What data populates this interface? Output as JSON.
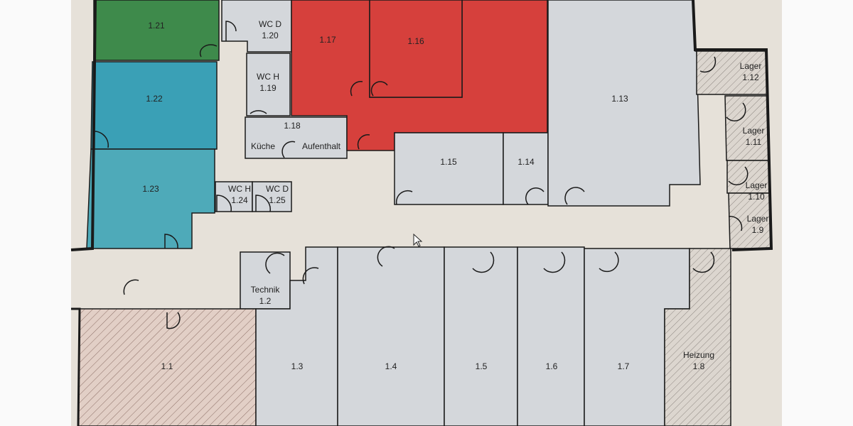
{
  "colors": {
    "corridor": "#e6e1d9",
    "grey_room": "#d4d7db",
    "green": "#3e8a4b",
    "teal": "#3aa0b6",
    "teal_light": "#4eaab9",
    "red": "#d6403c",
    "hatch_bg": "#dcd6cf",
    "hatch_pink": "#e2cfc6",
    "wall": "#1a1a1a"
  },
  "rooms": [
    {
      "id": "r1_21",
      "number": "1.21",
      "name": "",
      "fill": "green"
    },
    {
      "id": "r1_22",
      "number": "1.22",
      "name": "",
      "fill": "teal"
    },
    {
      "id": "r1_23",
      "number": "1.23",
      "name": "",
      "fill": "teal_light"
    },
    {
      "id": "r1_20",
      "number": "1.20",
      "name": "WC D",
      "fill": "grey_room"
    },
    {
      "id": "r1_19",
      "number": "1.19",
      "name": "WC H",
      "fill": "grey_room"
    },
    {
      "id": "r1_18",
      "number": "1.18",
      "name": "",
      "fill": "grey_room",
      "sub_labels": [
        "Küche",
        "Aufenthalt"
      ]
    },
    {
      "id": "r1_17",
      "number": "1.17",
      "name": "",
      "fill": "red"
    },
    {
      "id": "r1_16",
      "number": "1.16",
      "name": "",
      "fill": "red"
    },
    {
      "id": "r1_15",
      "number": "1.15",
      "name": "",
      "fill": "grey_room"
    },
    {
      "id": "r1_14",
      "number": "1.14",
      "name": "",
      "fill": "grey_room"
    },
    {
      "id": "r1_13",
      "number": "1.13",
      "name": "",
      "fill": "grey_room"
    },
    {
      "id": "r1_12",
      "number": "1.12",
      "name": "Lager",
      "fill": "hatch"
    },
    {
      "id": "r1_11",
      "number": "1.11",
      "name": "Lager",
      "fill": "hatch"
    },
    {
      "id": "r1_10",
      "number": "1.10",
      "name": "Lager",
      "fill": "hatch"
    },
    {
      "id": "r1_9",
      "number": "1.9",
      "name": "Lager",
      "fill": "hatch"
    },
    {
      "id": "r1_24",
      "number": "1.24",
      "name": "WC H",
      "fill": "grey_room"
    },
    {
      "id": "r1_25",
      "number": "1.25",
      "name": "WC D",
      "fill": "grey_room"
    },
    {
      "id": "r1_2",
      "number": "1.2",
      "name": "Technik",
      "fill": "grey_room"
    },
    {
      "id": "r1_1",
      "number": "1.1",
      "name": "",
      "fill": "hatch_pink"
    },
    {
      "id": "r1_3",
      "number": "1.3",
      "name": "",
      "fill": "grey_room"
    },
    {
      "id": "r1_4",
      "number": "1.4",
      "name": "",
      "fill": "grey_room"
    },
    {
      "id": "r1_5",
      "number": "1.5",
      "name": "",
      "fill": "grey_room"
    },
    {
      "id": "r1_6",
      "number": "1.6",
      "name": "",
      "fill": "grey_room"
    },
    {
      "id": "r1_7",
      "number": "1.7",
      "name": "",
      "fill": "grey_room"
    },
    {
      "id": "r1_8",
      "number": "1.8",
      "name": "Heizung",
      "fill": "hatch"
    }
  ],
  "cursor": "arrow-pointer"
}
